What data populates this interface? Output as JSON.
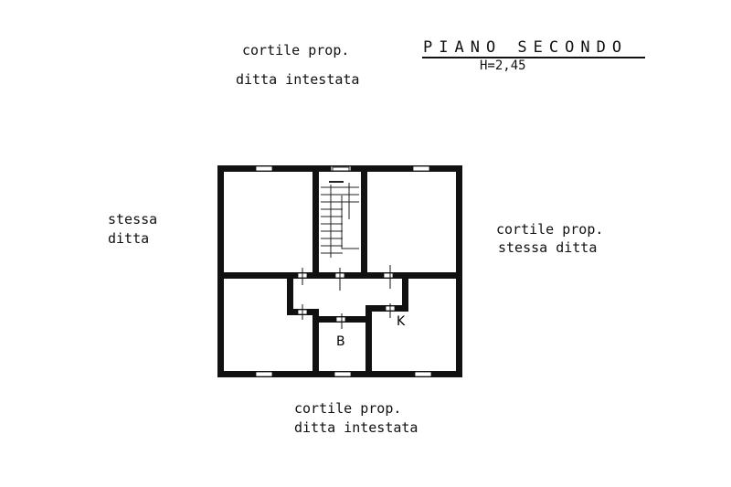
{
  "header": {
    "title": "PIANO SECONDO",
    "height_label": "H=2,45"
  },
  "labels": {
    "top_line1": "cortile prop.",
    "top_line2": "ditta intestata",
    "left_line1": "stessa",
    "left_line2": "ditta",
    "right_line1": "cortile  prop.",
    "right_line2": "stessa ditta",
    "bottom_line1": "cortile prop.",
    "bottom_line2": "ditta intestata"
  },
  "rooms": {
    "bath": "B",
    "kitchen": "K"
  }
}
